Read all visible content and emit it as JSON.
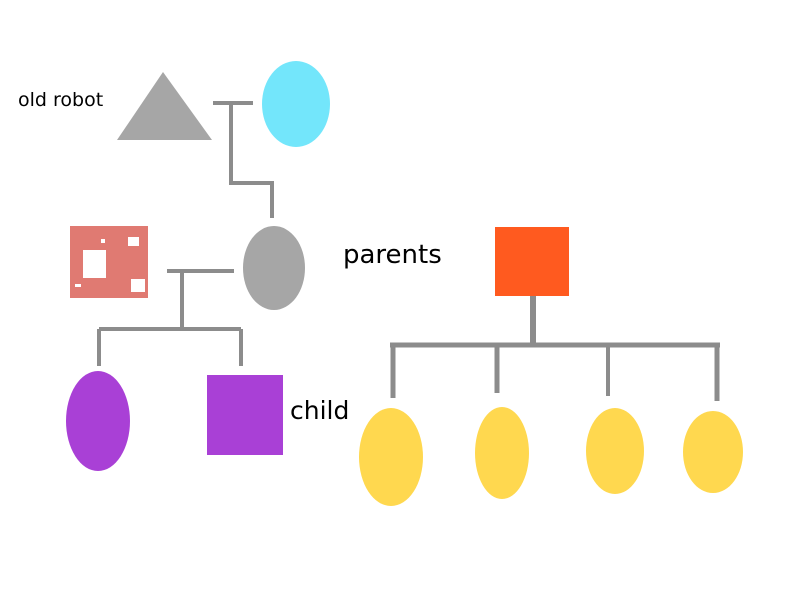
{
  "labels": {
    "old_robot": "old robot",
    "parents": "parents",
    "child": "child"
  },
  "colors": {
    "line": "#8c8c8c",
    "gray_node": "#a6a6a6",
    "cyan": "#73e6fb",
    "salmon": "#e07a72",
    "purple": "#a940d6",
    "orange": "#ff5a1f",
    "yellow": "#ffd84f"
  }
}
